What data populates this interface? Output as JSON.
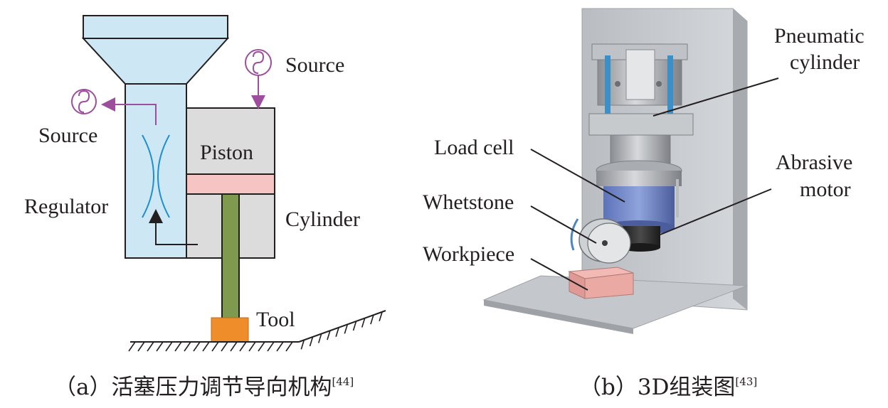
{
  "panel_a": {
    "labels": {
      "source_top": "Source",
      "source_left": "Source",
      "piston": "Piston",
      "regulator": "Regulator",
      "cylinder": "Cylinder",
      "tool": "Tool"
    },
    "caption": "（a）活塞压力调节导向机构",
    "caption_ref": "[44]"
  },
  "panel_b": {
    "labels": {
      "pneumatic_cylinder_1": "Pneumatic",
      "pneumatic_cylinder_2": "cylinder",
      "load_cell": "Load cell",
      "abrasive_motor_1": "Abrasive",
      "abrasive_motor_2": "motor",
      "whetstone": "Whetstone",
      "workpiece": "Workpiece"
    },
    "caption": "（b）3D组装图",
    "caption_ref": "[43]"
  },
  "colors": {
    "regulator_blue": "#cde7f5",
    "cylinder_gray": "#dcdcdd",
    "piston_pink": "#f7c4c4",
    "rod_green": "#7e9a4e",
    "tool_orange": "#ef8d2a",
    "source_purple": "#9d4f9e",
    "flow_blue": "#1f8fd1"
  }
}
